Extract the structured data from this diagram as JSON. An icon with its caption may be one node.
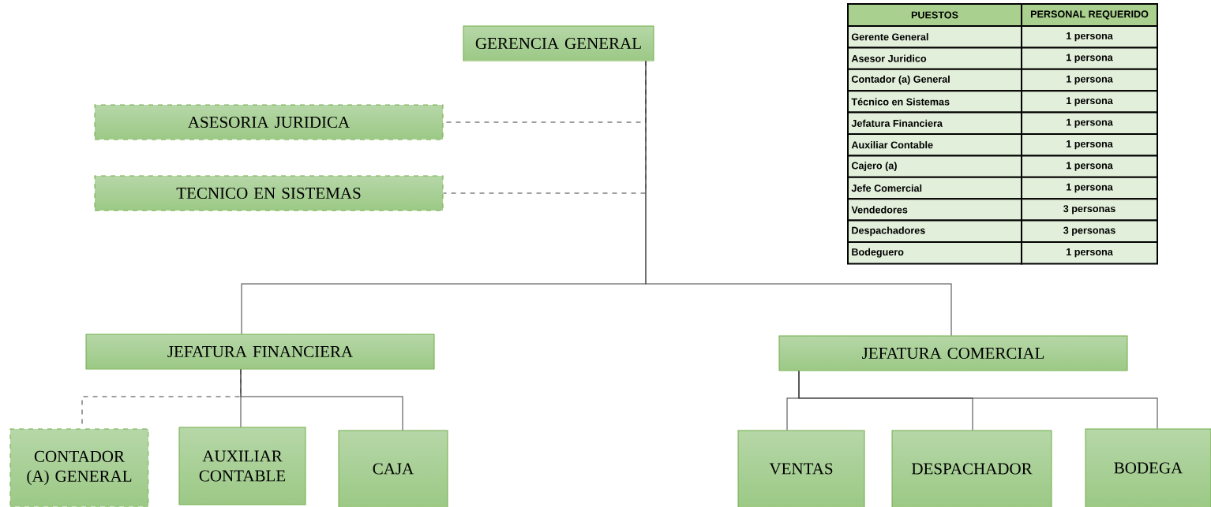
{
  "diagram": {
    "nodes": [
      {
        "text": [
          "GERENCIA GENERAL"
        ]
      },
      {
        "text": [
          "ASESORIA JURIDICA"
        ]
      },
      {
        "text": [
          "TECNICO EN SISTEMAS"
        ]
      },
      {
        "text": [
          "JEFATURA FINANCIERA"
        ]
      },
      {
        "text": [
          "JEFATURA COMERCIAL"
        ]
      },
      {
        "text": [
          "CONTADOR (A) GENERAL"
        ]
      },
      {
        "text": [
          "AUXILIAR CONTABLE"
        ]
      },
      {
        "text": [
          "CAJA"
        ]
      },
      {
        "text": [
          "VENTAS"
        ]
      },
      {
        "text": [
          "DESPACHADOR"
        ]
      },
      {
        "text": [
          "BODEGA"
        ]
      }
    ],
    "edges": [
      {
        "from": 0,
        "to": 1,
        "arrow": "none",
        "style": "dashed"
      },
      {
        "from": 0,
        "to": 2,
        "arrow": "none",
        "style": "dashed"
      },
      {
        "from": 0,
        "to": 3,
        "arrow": "none"
      },
      {
        "from": 0,
        "to": 4,
        "arrow": "none"
      },
      {
        "from": 3,
        "to": 5,
        "arrow": "none",
        "style": "dashed"
      },
      {
        "from": 3,
        "to": 6,
        "arrow": "none"
      },
      {
        "from": 3,
        "to": 7,
        "arrow": "none"
      },
      {
        "from": 4,
        "to": 8,
        "arrow": "none"
      },
      {
        "from": 4,
        "to": 9,
        "arrow": "none"
      },
      {
        "from": 4,
        "to": 10,
        "arrow": "none"
      }
    ],
    "labels": [
      "PUESTOS",
      "PERSONAL REQUERIDO",
      "Gerente General",
      "1 persona",
      "Asesor Juridico",
      "1 persona",
      "Contador (a) General",
      "1 persona",
      "Técnico en Sistemas",
      "1 persona",
      "Jefatura Financiera",
      "1 persona",
      "Auxiliar Contable",
      "1 persona",
      "Cajero (a)",
      "1 persona",
      "Jefe Comercial",
      "1 persona",
      "Vendedores",
      "3 personas",
      "Despachadores",
      "3 personas",
      "Bodeguero",
      "1 persona"
    ]
  }
}
